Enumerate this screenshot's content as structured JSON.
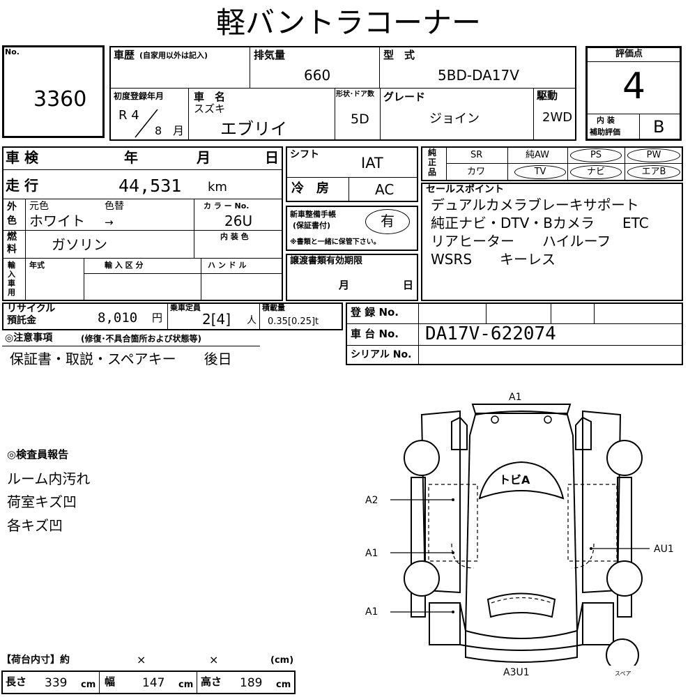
{
  "title": "軽バントラコーナー",
  "lot": {
    "label": "No.",
    "value": "3360"
  },
  "history": {
    "label": "車歴",
    "note": "(自家用以外は記入)"
  },
  "displacement": {
    "label": "排気量",
    "value": "660"
  },
  "model": {
    "label": "型　式",
    "value": "5BD-DA17V"
  },
  "score": {
    "label": "評価点",
    "value": "4",
    "interior_label_1": "内 装",
    "interior_label_2": "補助評価",
    "interior_value": "B"
  },
  "first_reg": {
    "label": "初度登録年月",
    "era": "R 4",
    "month": "8",
    "month_unit": "月"
  },
  "car_name": {
    "label": "車　名",
    "maker": "スズキ",
    "value": "エブリイ"
  },
  "door": {
    "label": "形状･ドア数",
    "value": "5D"
  },
  "grade": {
    "label": "グレード",
    "value": "ジョイン"
  },
  "drive": {
    "label": "駆動",
    "value": "2WD"
  },
  "inspection": {
    "label": "車 検",
    "y": "年",
    "m": "月",
    "d": "日"
  },
  "shift": {
    "label": "シフト",
    "value": "IAT"
  },
  "mileage": {
    "label": "走 行",
    "value": "44,531",
    "unit": "km"
  },
  "aircon": {
    "label": "冷　房",
    "value": "AC"
  },
  "color": {
    "label_1": "外",
    "label_2": "色",
    "orig_label": "元色",
    "change_label": "色替",
    "value": "ホワイト",
    "arrow": "→",
    "code_label": "カ ラ ー No.",
    "code": "26U"
  },
  "fuel": {
    "label_1": "燃",
    "label_2": "料",
    "value": "ガソリン",
    "interior_color_label": "内 装 色"
  },
  "maintenance": {
    "label_1": "新車整備手帳",
    "label_2": "(保証書付)",
    "value": "有",
    "note": "※書類と一緒に保管下さい。"
  },
  "equipment": {
    "label_1": "純",
    "label_2": "正",
    "label_3": "品",
    "r1": [
      "SR",
      "純AW",
      "PS",
      "PW"
    ],
    "r2": [
      "カワ",
      "TV",
      "ナビ",
      "エアB"
    ]
  },
  "sales_point": {
    "label": "セールスポイント",
    "lines": [
      "デュアルカメラブレーキサポート",
      "純正ナビ・DTV・Bカメラ　　ETC",
      "リアヒーター　　ハイルーフ",
      "WSRS　　キーレス"
    ]
  },
  "import": {
    "l1": "輸",
    "l2": "入",
    "l3": "車",
    "l4": "用",
    "year_label": "年式",
    "class_label": "輸 入 区 分",
    "handle_label": "ハ ン ド ル"
  },
  "transfer": {
    "label": "譲渡書類有効期限",
    "m": "月",
    "d": "日"
  },
  "recycle": {
    "label_1": "リサイクル",
    "label_2": "預託金",
    "value": "8,010",
    "unit": "円"
  },
  "capacity": {
    "label": "乗車定員",
    "value": "2[4]",
    "unit": "人"
  },
  "load": {
    "label": "積載量",
    "value": "0.35[0.25]t"
  },
  "registration": {
    "label": "登 録 No.",
    "chassis_label": "車 台 No.",
    "chassis": "DA17V-622074",
    "serial_label": "シリアル No."
  },
  "notes": {
    "label": "◎注意事項",
    "sub": "(修復･不具合箇所および状態等)",
    "value": "保証書・取説・スペアキー　　後日"
  },
  "inspector": {
    "label": "◎検査員報告",
    "items": [
      "ルーム内汚れ",
      "荷室キズ凹",
      "各キズ凹"
    ]
  },
  "diagram": {
    "a1_top": "A1",
    "tobi": "トビA",
    "a2": "A2",
    "a1_left": "A1",
    "au1": "AU1",
    "a1_bottom": "A1",
    "a3u1": "A3U1",
    "spare": "スペア"
  },
  "cargo": {
    "label": "【荷台内寸】約",
    "x1": "×",
    "x2": "×",
    "unit": "(cm)",
    "length_label": "長さ",
    "length": "339",
    "width_label": "幅",
    "width": "147",
    "height_label": "高さ",
    "height": "189",
    "cm": "cm"
  }
}
